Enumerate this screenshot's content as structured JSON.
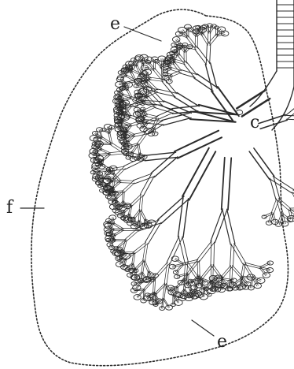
{
  "labels": {
    "e_top": "e",
    "c": "c",
    "f": "f",
    "e_bottom": "e"
  },
  "colors": {
    "ink": "#2b2b2b",
    "background": "#ffffff"
  }
}
